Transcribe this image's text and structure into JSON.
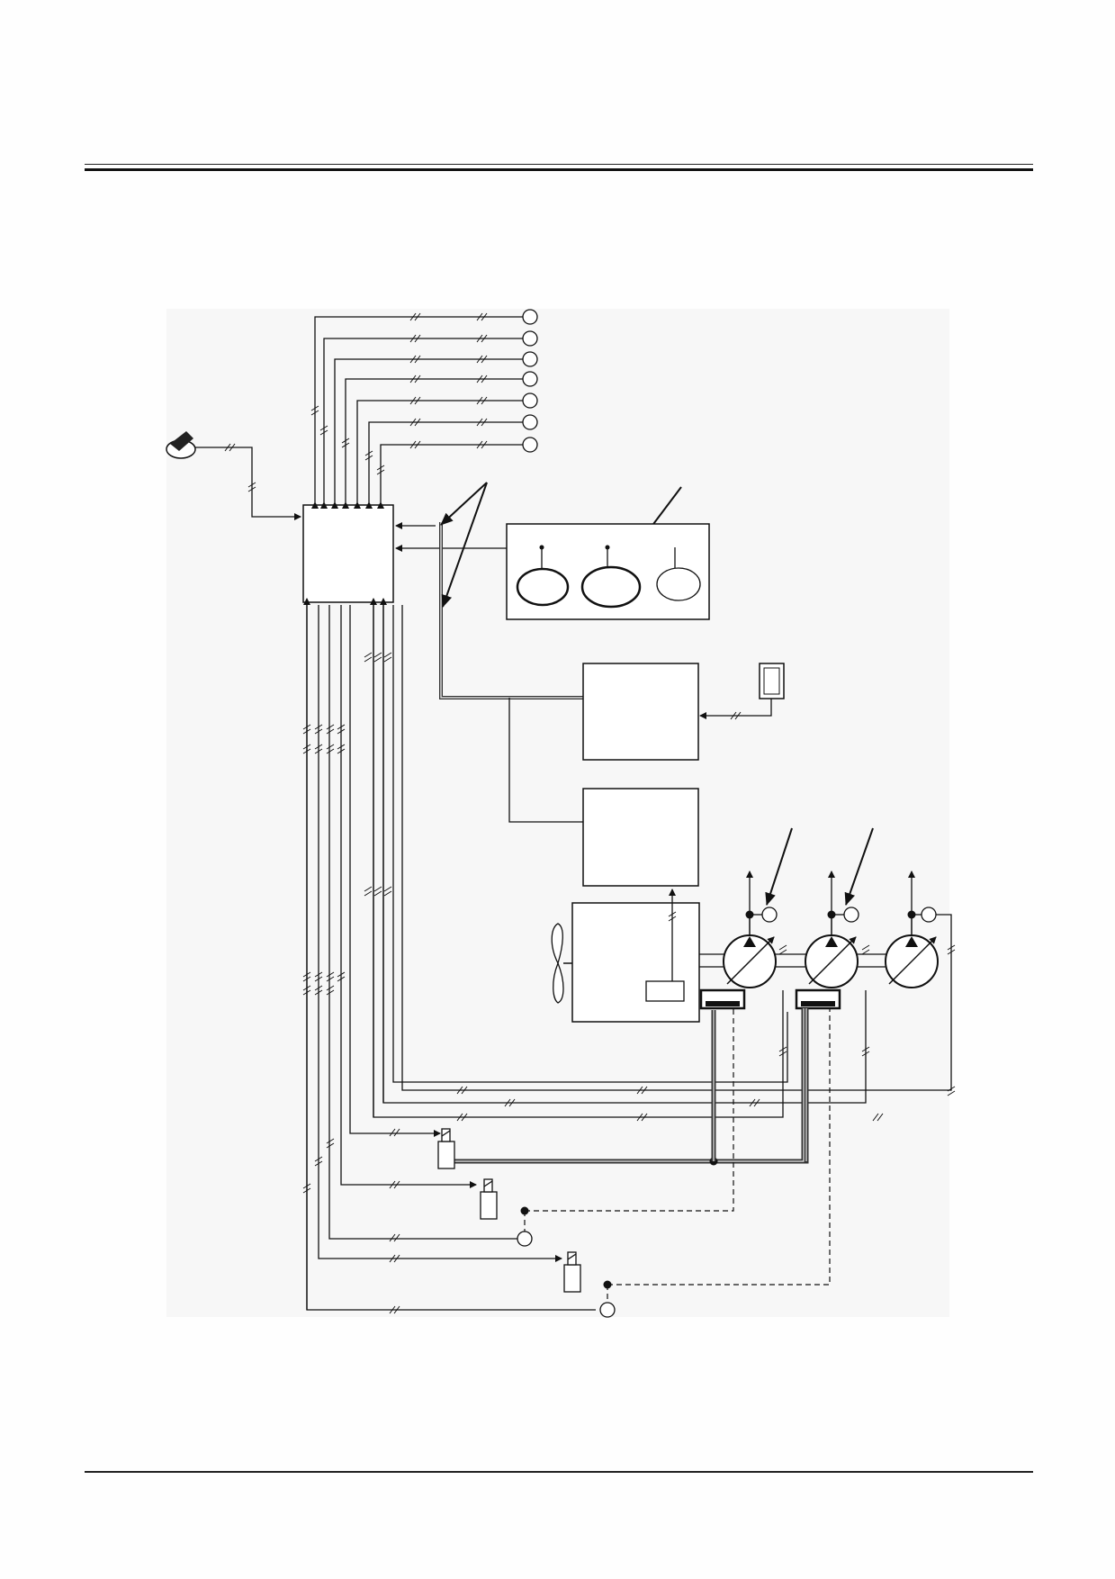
{
  "page": {
    "header_rule": "double",
    "footer_rule": "single"
  },
  "diagram": {
    "kind": "hydraulic-electrical schematic",
    "colors": {
      "line": "#111111",
      "pilot_line": "#111111",
      "pressure_line": "#333333",
      "background": "#f7f7f7"
    },
    "components": [
      {
        "name": "control-knob-icon"
      },
      {
        "name": "controller-box"
      },
      {
        "name": "sensor-terminal",
        "count": 7
      },
      {
        "name": "gauge-panel",
        "gauges": 3
      },
      {
        "name": "engine-controller-box"
      },
      {
        "name": "accelerator-dial-icon"
      },
      {
        "name": "engine-box"
      },
      {
        "name": "fan-icon"
      },
      {
        "name": "variable-pump-icon",
        "count": 3
      },
      {
        "name": "pump-regulator",
        "count": 2
      },
      {
        "name": "solenoid-valve-icon",
        "count": 3
      },
      {
        "name": "pressure-switch-icon",
        "count": 2
      }
    ]
  }
}
